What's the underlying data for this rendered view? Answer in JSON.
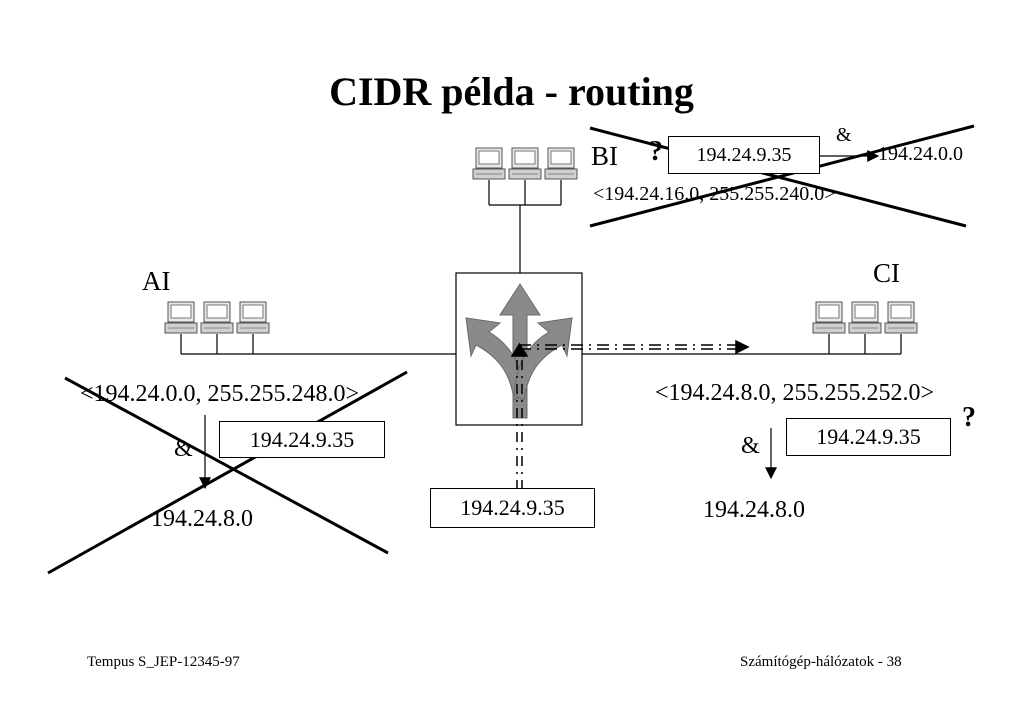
{
  "slide": {
    "title": "CIDR példa - routing",
    "footer_left": "Tempus S_JEP-12345-97",
    "footer_right": "Számítógép-hálózatok - 38"
  },
  "networks": {
    "ai": {
      "label": "AI"
    },
    "bi": {
      "label": "BI"
    },
    "ci": {
      "label": "CI"
    }
  },
  "router": {
    "incoming_address": "194.24.9.35"
  },
  "routes": {
    "ai": {
      "entry": "<194.24.0.0, 255.255.248.0>",
      "and_symbol": "&",
      "address": "194.24.9.35",
      "result": "194.24.8.0",
      "crossed_out": true
    },
    "bi": {
      "question": "?",
      "address": "194.24.9.35",
      "and_symbol": "&",
      "result": "194.24.0.0",
      "entry": "<194.24.16.0, 255.255.240.0>",
      "crossed_out": true
    },
    "ci": {
      "entry": "<194.24.8.0, 255.255.252.0>",
      "question": "?",
      "and_symbol": "&",
      "address": "194.24.9.35",
      "result": "194.24.8.0",
      "crossed_out": false
    }
  },
  "icons": [
    "computer-icon",
    "router-arrows-icon"
  ]
}
